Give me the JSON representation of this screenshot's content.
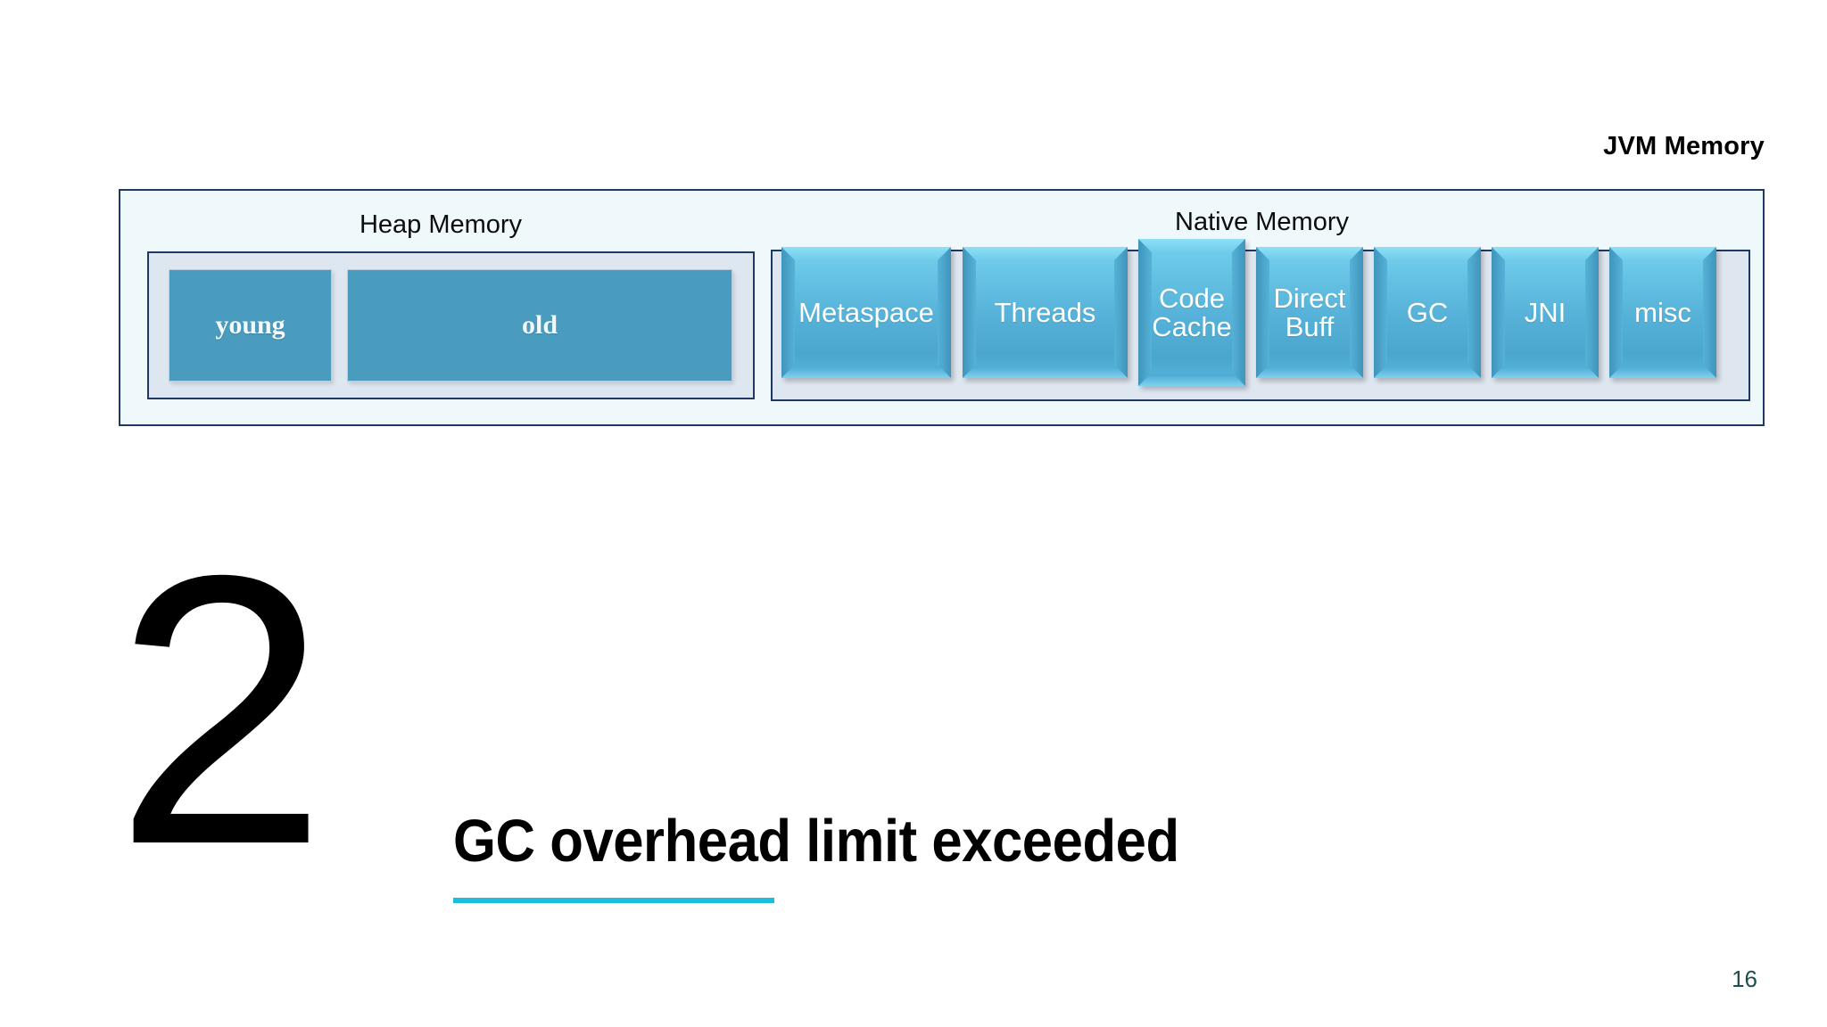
{
  "diagram": {
    "title": "JVM Memory",
    "heap": {
      "label": "Heap Memory",
      "cells": [
        {
          "label": "young"
        },
        {
          "label": "old"
        }
      ]
    },
    "native": {
      "label": "Native Memory",
      "cells": [
        {
          "label": "Metaspace"
        },
        {
          "label": "Threads"
        },
        {
          "label": "Code Cache"
        },
        {
          "label": "Direct Buff"
        },
        {
          "label": "GC"
        },
        {
          "label": "JNI"
        },
        {
          "label": "misc"
        }
      ]
    }
  },
  "section": {
    "number": "2",
    "headline": "GC overhead limit exceeded"
  },
  "footer": {
    "page_number": "16"
  },
  "colors": {
    "accent_rule": "#1ebddd",
    "container_border": "#1f3864",
    "container_fill": "#eff9fc",
    "panel_fill": "#dee6f0",
    "heap_cell": "#4a9cbf",
    "native_cell": "#56b2d8",
    "page_number": "#1f4e4e"
  }
}
